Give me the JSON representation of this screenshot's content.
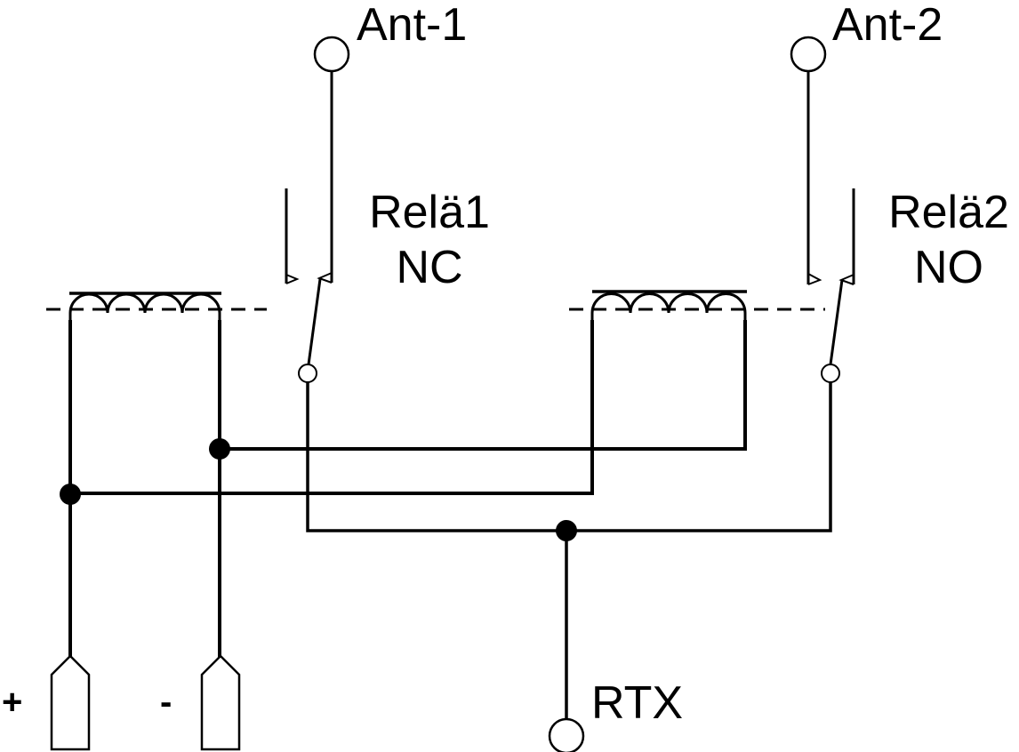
{
  "diagram": {
    "type": "circuit-schematic",
    "title": "Antenna switch with two relays",
    "colors": {
      "stroke": "#000000",
      "background": "#ffffff"
    },
    "terminals": {
      "ant1": "Ant-1",
      "ant2": "Ant-2",
      "rtx": "RTX",
      "plus": "+",
      "minus": "-"
    },
    "relays": [
      {
        "name": "Relä1",
        "contact_type": "NC"
      },
      {
        "name": "Relä2",
        "contact_type": "NO"
      }
    ],
    "junctions": [
      "coil-supply-plus",
      "coil-supply-minus",
      "rtx-common"
    ]
  }
}
